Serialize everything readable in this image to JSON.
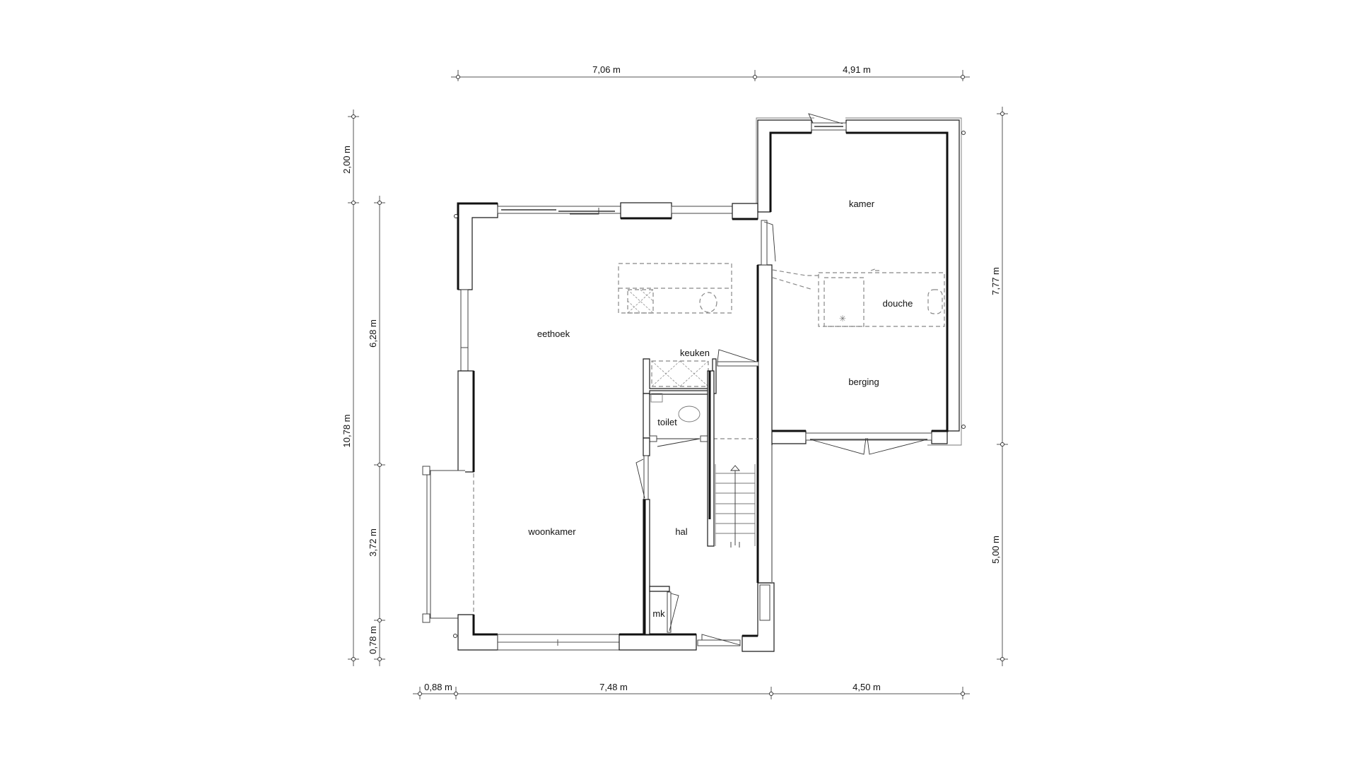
{
  "plan": {
    "type": "floor-plan",
    "units": "m",
    "rooms": [
      {
        "id": "kamer",
        "label": "kamer"
      },
      {
        "id": "douche",
        "label": "douche"
      },
      {
        "id": "berging",
        "label": "berging"
      },
      {
        "id": "eethoek",
        "label": "eethoek"
      },
      {
        "id": "keuken",
        "label": "keuken"
      },
      {
        "id": "toilet",
        "label": "toilet"
      },
      {
        "id": "woonkamer",
        "label": "woonkamer"
      },
      {
        "id": "hal",
        "label": "hal"
      },
      {
        "id": "mk",
        "label": "mk"
      }
    ],
    "dimensions": {
      "top": [
        "7,06 m",
        "4,91 m"
      ],
      "bottom": [
        "0,88 m",
        "7,48 m",
        "4,50 m"
      ],
      "left_outer": [
        "2,00 m",
        "10,78 m"
      ],
      "left_inner": [
        "6,28 m",
        "3,72 m",
        "0,78 m"
      ],
      "right": [
        "7,77 m",
        "5,00 m"
      ]
    },
    "colors": {
      "wall": "#111111",
      "dimension_line": "#555555",
      "furniture_dashed": "#888888",
      "background": "#ffffff"
    }
  }
}
